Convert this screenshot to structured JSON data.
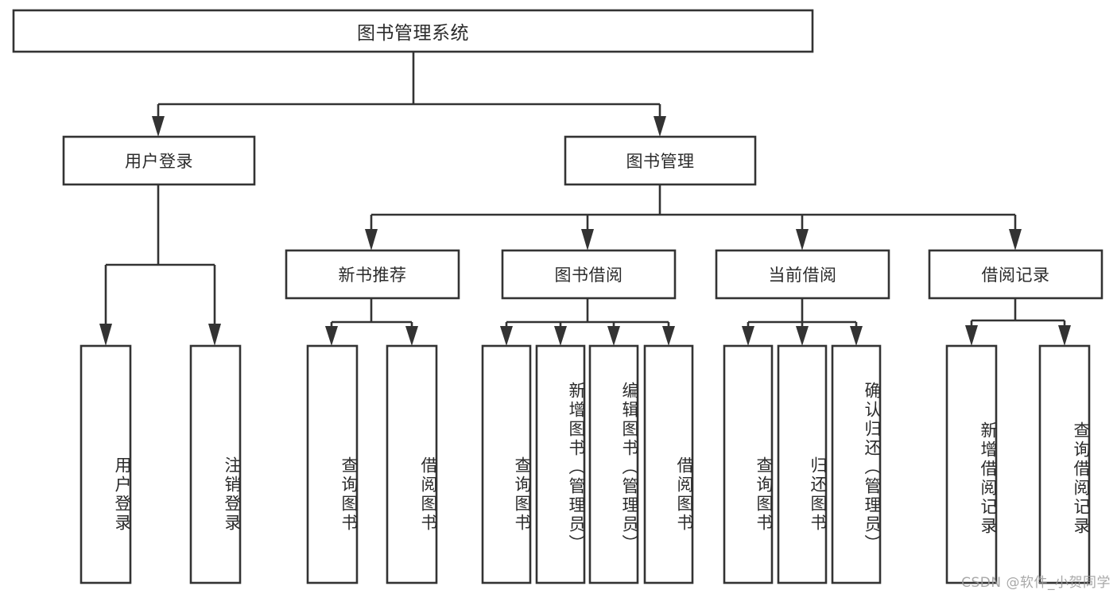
{
  "diagram": {
    "title": "图书管理系统",
    "watermark": "CSDN @软件_小贺同学",
    "colors": {
      "stroke": "#333333",
      "fill": "#ffffff",
      "text": "#2b2b2b",
      "watermark": "#9a9a9a",
      "background": "#ffffff"
    },
    "root": {
      "label": "图书管理系统"
    },
    "level1": [
      {
        "label": "用户登录"
      },
      {
        "label": "图书管理"
      }
    ],
    "level2": [
      {
        "label": "新书推荐"
      },
      {
        "label": "图书借阅"
      },
      {
        "label": "当前借阅"
      },
      {
        "label": "借阅记录"
      }
    ],
    "leaves": {
      "user_login": [
        {
          "label": "用户登录"
        },
        {
          "label": "注销登录"
        }
      ],
      "new_book_recommend": [
        {
          "label": "查询图书"
        },
        {
          "label": "借阅图书"
        }
      ],
      "book_borrow": [
        {
          "label": "查询图书"
        },
        {
          "label": "新增图书（管理员）"
        },
        {
          "label": "编辑图书（管理员）"
        },
        {
          "label": "借阅图书"
        }
      ],
      "current_borrow": [
        {
          "label": "查询图书"
        },
        {
          "label": "归还图书"
        },
        {
          "label": "确认归还（管理员）"
        }
      ],
      "borrow_record": [
        {
          "label": "新增借阅记录"
        },
        {
          "label": "查询借阅记录"
        }
      ]
    }
  }
}
